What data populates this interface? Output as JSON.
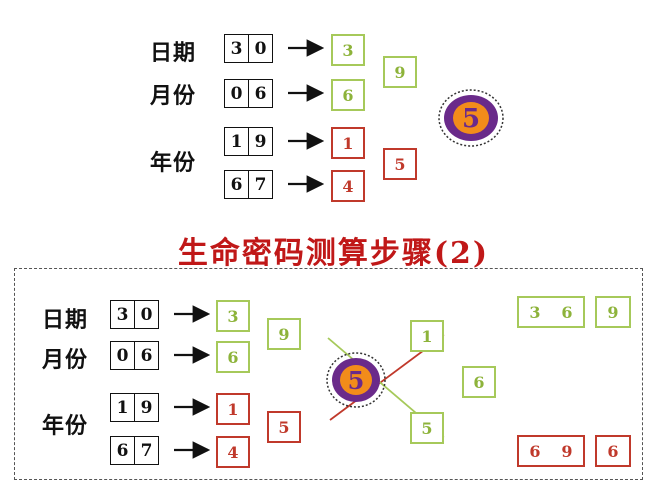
{
  "top": {
    "rows": [
      {
        "label": "日期",
        "digits": [
          "3",
          "0"
        ],
        "result": "3"
      },
      {
        "label": "月份",
        "digits": [
          "0",
          "6"
        ],
        "result": "6"
      },
      {
        "label": "年份",
        "digits": [
          "1",
          "9"
        ],
        "result": "1"
      },
      {
        "label": "",
        "digits": [
          "6",
          "7"
        ],
        "result": "4"
      }
    ],
    "sum_green": "9",
    "sum_red": "5",
    "medallion": "5"
  },
  "title": "生命密码测算步骤(2)",
  "bottom": {
    "rows": [
      {
        "label": "日期",
        "digits": [
          "3",
          "0"
        ],
        "result": "3"
      },
      {
        "label": "月份",
        "digits": [
          "0",
          "6"
        ],
        "result": "6"
      },
      {
        "label": "年份",
        "digits": [
          "1",
          "9"
        ],
        "result": "1"
      },
      {
        "label": "",
        "digits": [
          "6",
          "7"
        ],
        "result": "4"
      }
    ],
    "sum_green": "9",
    "sum_red": "5",
    "medallion": "5",
    "cross_top": "1",
    "cross_mid": "6",
    "cross_bottom": "5",
    "result_green": [
      "3",
      "6",
      "9"
    ],
    "result_red": [
      "6",
      "9",
      "6"
    ]
  },
  "colors": {
    "green": "#a6c95a",
    "red": "#c0392b",
    "title": "#c01818",
    "medallion_purple": "#6a2a8a",
    "medallion_orange": "#f28c1a"
  }
}
